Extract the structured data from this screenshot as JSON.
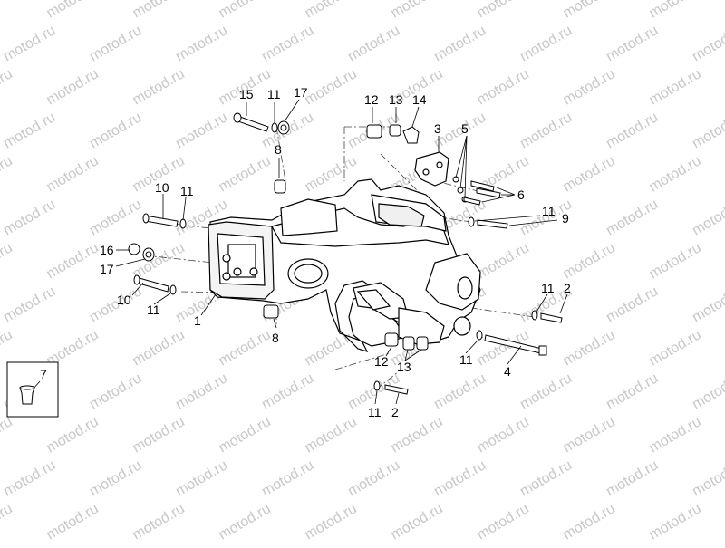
{
  "watermark": {
    "text": "motod.ru"
  },
  "callouts": {
    "c15": "15",
    "c11a": "11",
    "c17a": "17",
    "c8a": "8",
    "c12a": "12",
    "c13a": "13",
    "c14": "14",
    "c3": "3",
    "c5": "5",
    "c6": "6",
    "c11b": "11",
    "c9": "9",
    "c10a": "10",
    "c11c": "11",
    "c16": "16",
    "c17b": "17",
    "c10b": "10",
    "c11d": "11",
    "c1": "1",
    "c8b": "8",
    "c11e": "11",
    "c2a": "2",
    "c12b": "12",
    "c13b": "13",
    "c11f": "11",
    "c4": "4",
    "c11g": "11",
    "c2b": "2",
    "c7": "7"
  }
}
